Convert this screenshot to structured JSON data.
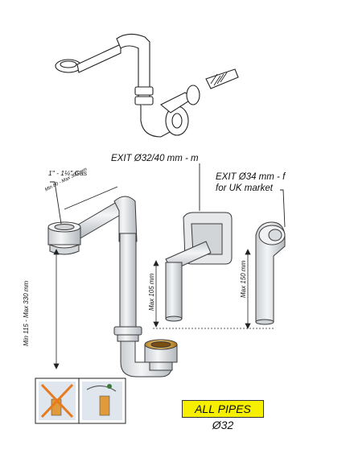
{
  "labels": {
    "exit_left": "EXIT Ø32/40 mm - m",
    "exit_right_line1": "EXIT Ø34 mm - f",
    "exit_right_line2": "for UK market",
    "thread": "1\" - 1¼\" Gas",
    "dim_horizontal": "Min 80 - Max 300 mm",
    "dim_vertical": "Min 115 - Max 330 mm",
    "dim_wall_outlet": "Max 105 mm",
    "dim_uk_outlet": "Max 150 mm",
    "pipes": "ALL PIPES Ø32"
  },
  "colors": {
    "pipe": "#e4e6e8",
    "pipe_shade": "#b9bdc2",
    "outline": "#3a3a3a",
    "badge": "#f6f000",
    "cross": "#e87a1e",
    "nut": "#d8a24a"
  },
  "icons": {
    "sketch": "siphon-sketch-icon",
    "cross": "wrong-install-icon",
    "correct": "correct-install-icon"
  }
}
